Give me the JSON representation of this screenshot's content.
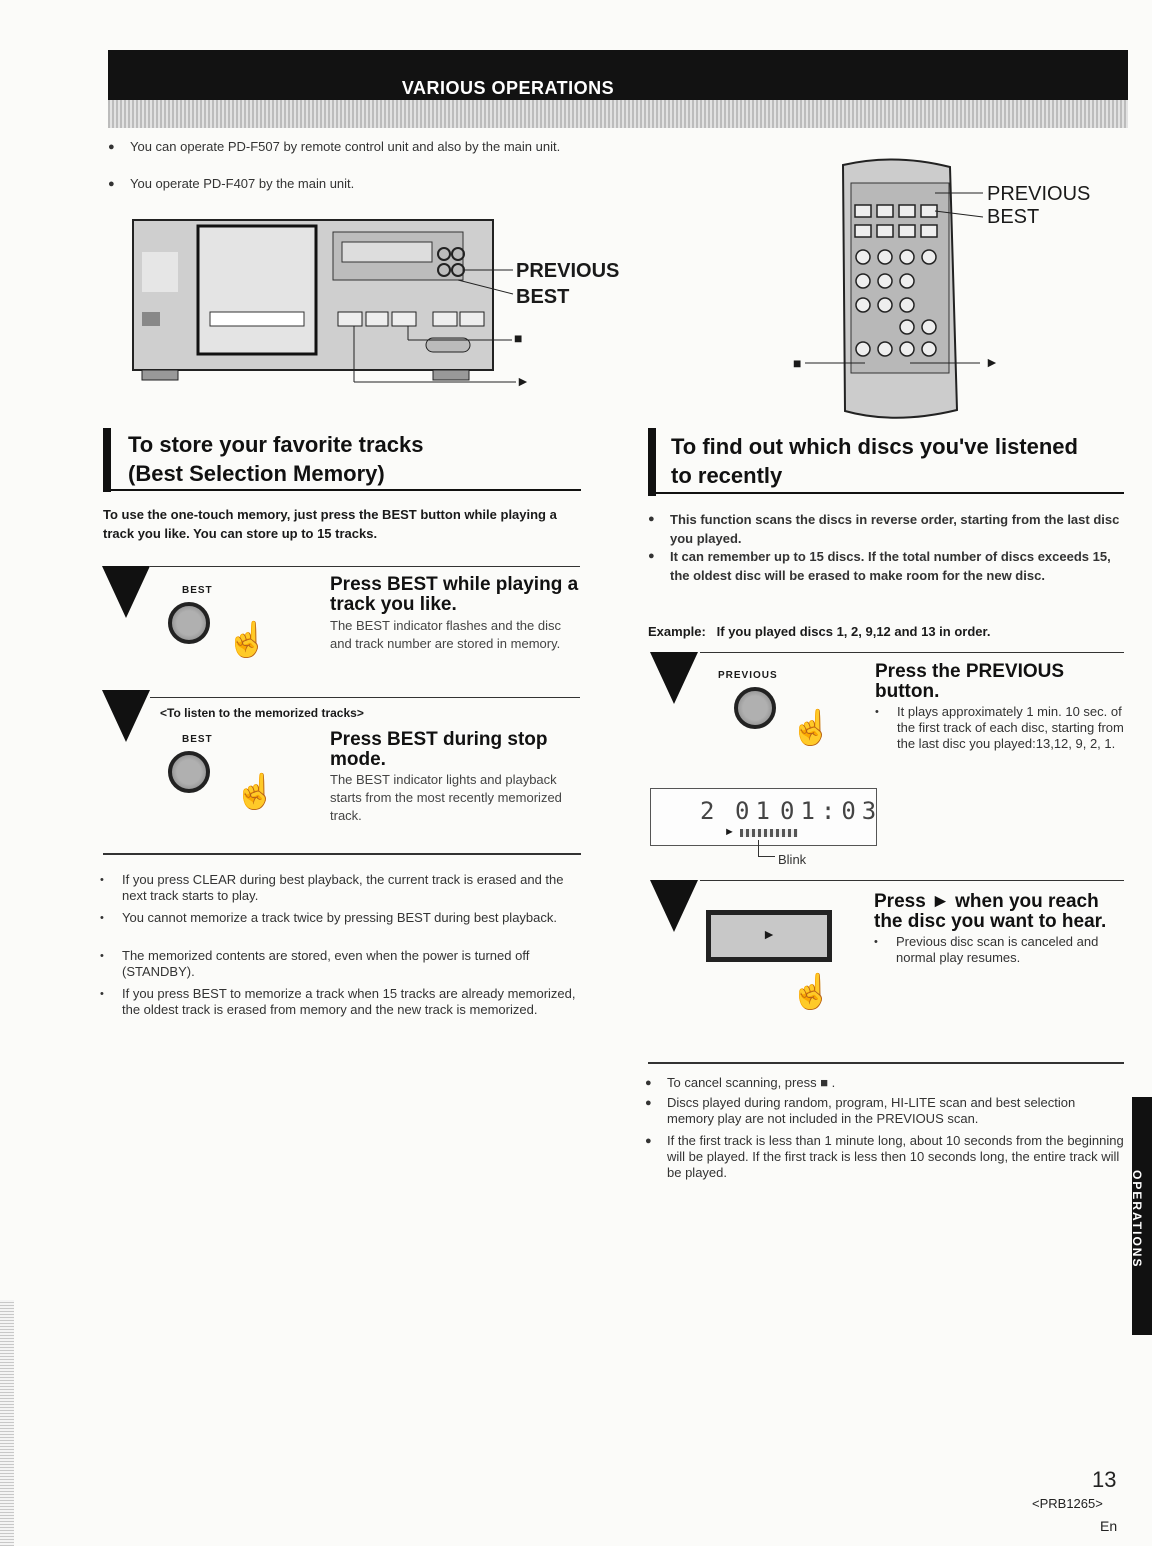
{
  "header": {
    "title": "VARIOUS OPERATIONS"
  },
  "intro": {
    "items": [
      "You can operate PD-F507 by remote control unit and also by the main unit.",
      "You operate PD-F407 by the main unit."
    ]
  },
  "diagrams": {
    "main_unit": {
      "label_previous": "PREVIOUS",
      "label_best": "BEST",
      "label_stop": "■",
      "label_play": "►"
    },
    "remote": {
      "label_previous": "PREVIOUS",
      "label_best": "BEST",
      "label_stop": "■",
      "label_play": "►"
    }
  },
  "left_section": {
    "title_line1": "To store your favorite tracks",
    "title_line2": "(Best Selection Memory)",
    "intro": "To use the one-touch memory, just press the BEST button while playing a track you like. You can store up to 15 tracks.",
    "step1": {
      "button_label": "BEST",
      "heading": "Press BEST while playing a track you like.",
      "body": "The BEST indicator flashes and the disc and track number are stored in memory."
    },
    "sub_heading": "<To listen to the memorized tracks>",
    "step2": {
      "button_label": "BEST",
      "heading": "Press BEST during stop mode.",
      "body": "The BEST indicator lights and playback starts from the most recently memorized track."
    },
    "notes": [
      "If you press CLEAR during best playback, the current track is erased and the next track starts to play.",
      "You cannot memorize a track twice by pressing BEST during best playback.",
      "The memorized contents are stored, even when the power is turned off (STANDBY).",
      "If you press BEST to memorize a track when 15 tracks are already memorized, the oldest track is erased from memory and the new track is memorized."
    ]
  },
  "right_section": {
    "title_line1": "To find out which discs you've listened",
    "title_line2": "to recently",
    "bullets": [
      "This function scans the discs in reverse order, starting from the last disc you played.",
      "It can remember up to 15 discs. If the total number of discs exceeds 15, the oldest disc will be erased to make room for the new disc."
    ],
    "example": "Example:   If you played discs 1, 2, 9,12 and 13 in order.",
    "step1": {
      "button_label": "PREVIOUS",
      "heading": "Press the PREVIOUS button.",
      "body": "It plays approximately 1 min. 10 sec. of the first track of each disc, starting from the last disc you played:13,12, 9, 2, 1."
    },
    "display": {
      "disc": "2",
      "track": "01",
      "time": "01:03",
      "blink": "Blink"
    },
    "step2": {
      "heading": "Press ► when you reach the disc you want to hear.",
      "body": "Previous disc scan is canceled and normal play resumes.",
      "button_glyph": "►"
    },
    "notes": [
      "To cancel scanning, press ■ .",
      "Discs played during random, program, HI-LITE scan and best selection memory play are not included in the PREVIOUS scan.",
      "If the first track is less than 1 minute long, about 10 seconds from the beginning will be played. If the first track is less then 10 seconds long, the entire track will be played."
    ]
  },
  "side_tab": {
    "label": "OPERATIONS"
  },
  "footer": {
    "page": "13",
    "code": "<PRB1265>",
    "lang": "En"
  }
}
